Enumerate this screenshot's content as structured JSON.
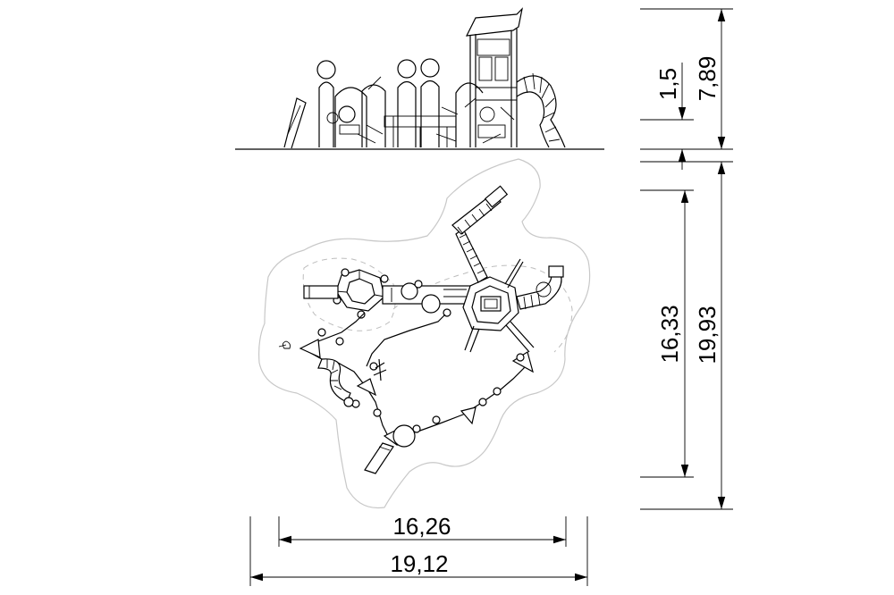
{
  "dimensions": {
    "width_inner": "16,26",
    "width_outer": "19,12",
    "height_platform": "1,5",
    "height_total": "7,89",
    "depth_inner": "16,33",
    "depth_outer": "19,93"
  }
}
